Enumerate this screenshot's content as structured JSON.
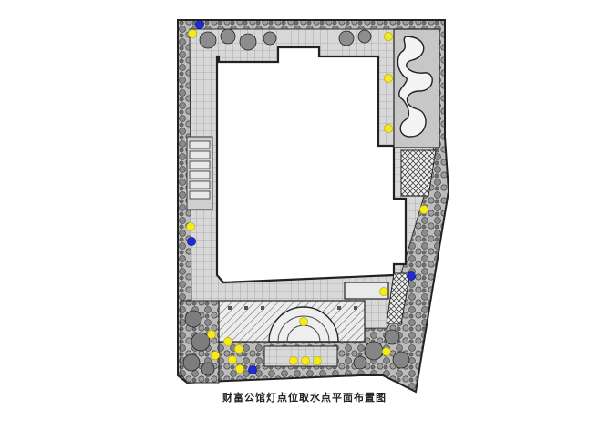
{
  "caption": "财富公馆灯点位取水点平面布置图",
  "legend_colors": {
    "light_point": "#f5ea1a",
    "water_point": "#1f2bd6"
  },
  "markers": [
    {
      "kind": "water",
      "label": "water-point-1"
    },
    {
      "kind": "light",
      "label": "light-point-1"
    },
    {
      "kind": "light",
      "label": "light-point-2"
    },
    {
      "kind": "light",
      "label": "light-point-3"
    },
    {
      "kind": "light",
      "label": "light-point-4"
    },
    {
      "kind": "light",
      "label": "light-point-5"
    },
    {
      "kind": "water",
      "label": "water-point-2"
    },
    {
      "kind": "light",
      "label": "light-point-6"
    },
    {
      "kind": "water",
      "label": "water-point-3"
    },
    {
      "kind": "light",
      "label": "light-point-7"
    },
    {
      "kind": "light",
      "label": "light-point-8"
    },
    {
      "kind": "light",
      "label": "light-point-9"
    },
    {
      "kind": "light",
      "label": "light-point-10"
    },
    {
      "kind": "light",
      "label": "light-point-11"
    },
    {
      "kind": "light",
      "label": "light-point-12"
    },
    {
      "kind": "light",
      "label": "light-point-13"
    },
    {
      "kind": "light",
      "label": "light-point-14"
    },
    {
      "kind": "water",
      "label": "water-point-4"
    },
    {
      "kind": "light",
      "label": "light-point-15"
    },
    {
      "kind": "light",
      "label": "light-point-16"
    },
    {
      "kind": "light",
      "label": "light-point-17"
    },
    {
      "kind": "light",
      "label": "light-point-18"
    }
  ]
}
